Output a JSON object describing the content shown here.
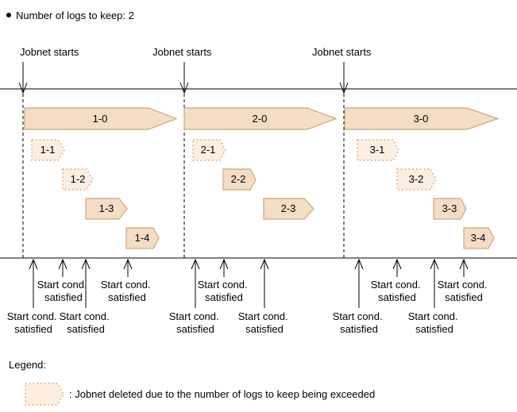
{
  "title": "Number of logs to keep: 2",
  "sections": [
    {
      "start_label": "Jobnet starts",
      "jobnets": [
        {
          "label": "1-0",
          "deleted": false
        },
        {
          "label": "1-1",
          "deleted": true
        },
        {
          "label": "1-2",
          "deleted": true
        },
        {
          "label": "1-3",
          "deleted": false
        },
        {
          "label": "1-4",
          "deleted": false
        }
      ]
    },
    {
      "start_label": "Jobnet starts",
      "jobnets": [
        {
          "label": "2-0",
          "deleted": false
        },
        {
          "label": "2-1",
          "deleted": true
        },
        {
          "label": "2-2",
          "deleted": false
        },
        {
          "label": "2-3",
          "deleted": false
        }
      ]
    },
    {
      "start_label": "Jobnet starts",
      "jobnets": [
        {
          "label": "3-0",
          "deleted": false
        },
        {
          "label": "3-1",
          "deleted": true
        },
        {
          "label": "3-2",
          "deleted": true
        },
        {
          "label": "3-3",
          "deleted": false
        },
        {
          "label": "3-4",
          "deleted": false
        }
      ]
    }
  ],
  "start_condition": {
    "line1": "Start cond.",
    "line2": "satisfied"
  },
  "legend": {
    "heading": "Legend:",
    "description": ": Jobnet deleted due to the number of logs to keep being exceeded"
  },
  "colors": {
    "kept_fill": "#f4ddc4",
    "kept_border": "#d0a678",
    "deleted_fill": "#fdeee1",
    "deleted_border": "#de9a68",
    "line": "#000000"
  }
}
